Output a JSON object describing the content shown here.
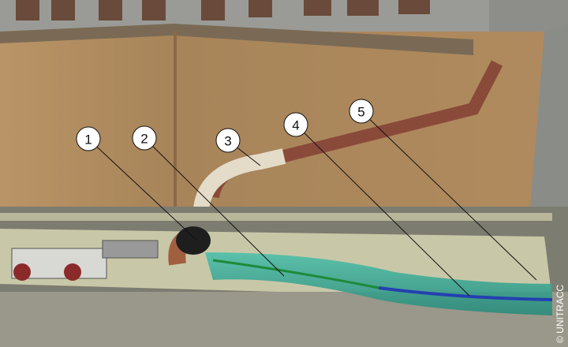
{
  "callouts": [
    {
      "label": "1"
    },
    {
      "label": "2"
    },
    {
      "label": "3"
    },
    {
      "label": "4"
    },
    {
      "label": "5"
    }
  ],
  "watermark": "© UNITRACC",
  "colors": {
    "soil": "#b48d5e",
    "building": "#8e8f8a",
    "sewer": "#8a8a78",
    "liner": "#3faa98",
    "hose": "#2440b0",
    "old_pipe": "#8a4a3a"
  }
}
